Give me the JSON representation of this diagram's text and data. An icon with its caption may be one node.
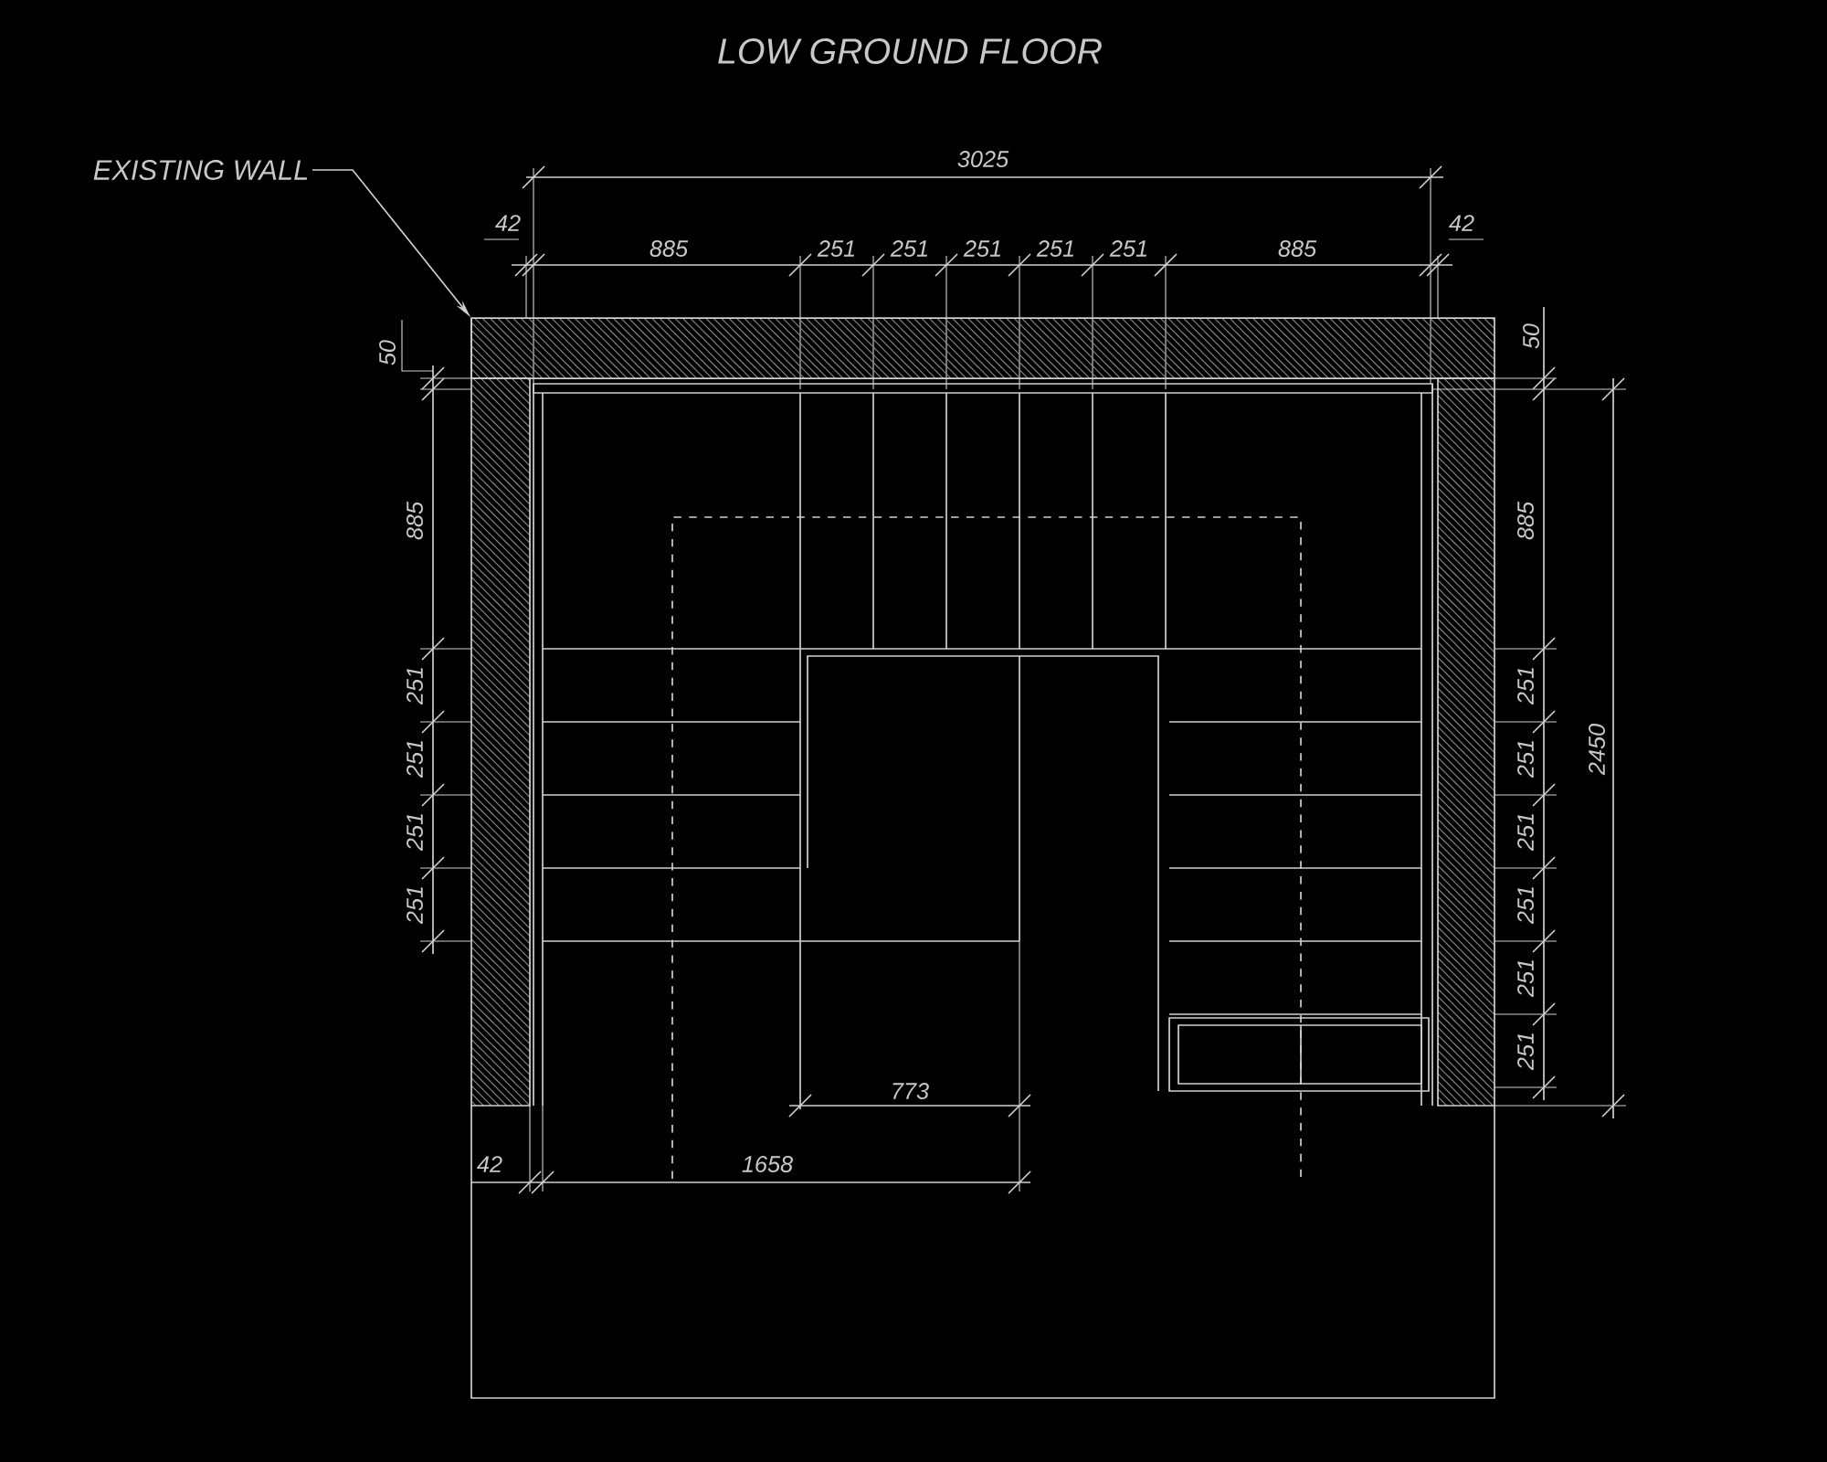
{
  "diagram": {
    "title": "LOW GROUND FLOOR",
    "nodes": [
      {
        "text": [
          "EXISTING WALL"
        ]
      },
      {
        "text": [],
        "shape": "box"
      }
    ],
    "edges": [
      {
        "from": 0,
        "to": 1,
        "arrow": "to"
      }
    ],
    "labels": [
      "3025",
      "42",
      "885",
      "251",
      "251",
      "251",
      "251",
      "251",
      "885",
      "42",
      "50",
      "885",
      "251",
      "251",
      "251",
      "251",
      "50",
      "885",
      "251",
      "251",
      "251",
      "251",
      "251",
      "251",
      "2450",
      "773",
      "42",
      "1658"
    ]
  }
}
